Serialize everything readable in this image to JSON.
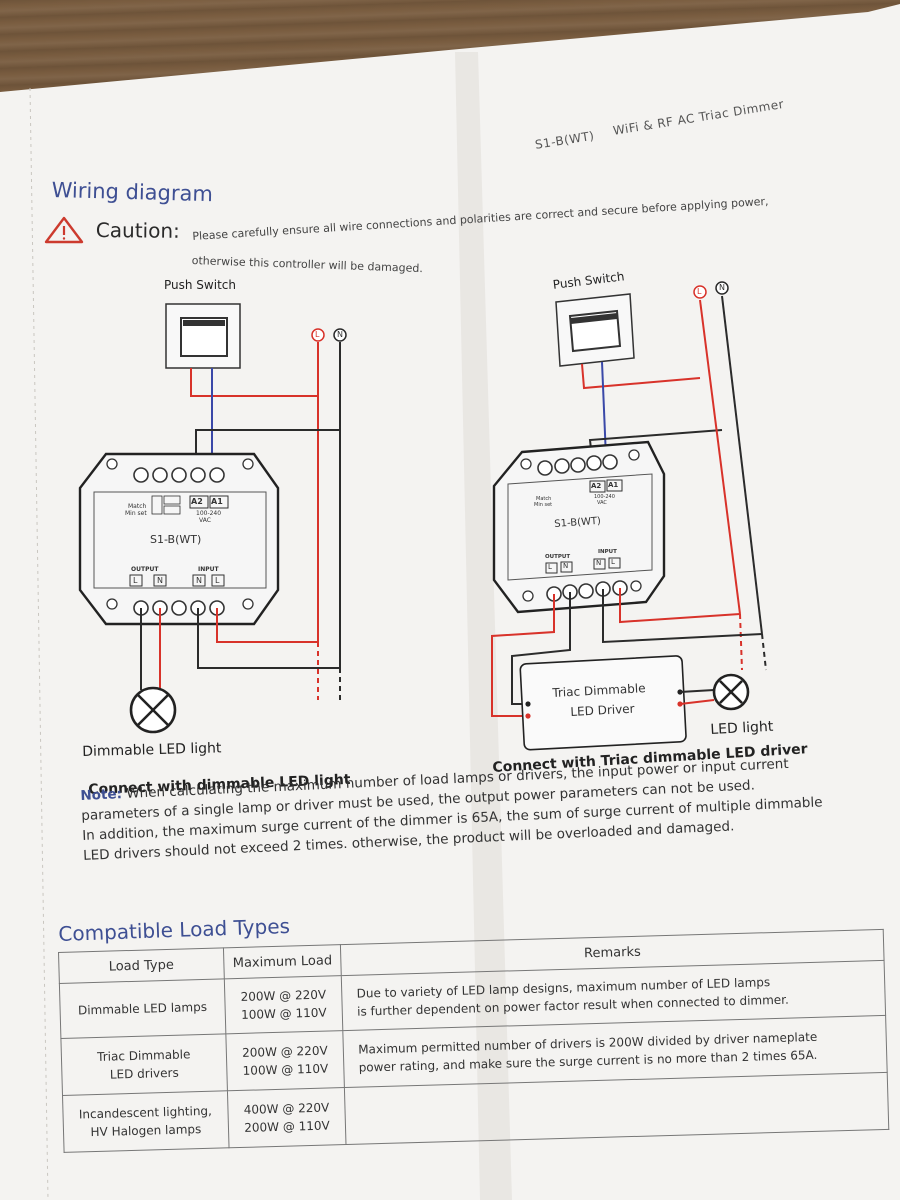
{
  "header": {
    "model": "S1-B(WT)",
    "product": "WiFi & RF AC Triac Dimmer"
  },
  "section_title": "Wiring diagram",
  "caution": {
    "label": "Caution:",
    "line1": "Please carefully ensure all wire connections and polarities are correct and secure before applying power,",
    "line2": "otherwise this controller will be damaged."
  },
  "diagram_left": {
    "push_switch": "Push Switch",
    "terminal_l": "L",
    "terminal_n": "N",
    "device": {
      "model": "S1-B(WT)",
      "a2": "A2",
      "a1": "A1",
      "voltage_1": "100-240",
      "voltage_2": "VAC",
      "match": "Match",
      "min_set": "Min set",
      "output": "OUTPUT",
      "input": "INPUT",
      "out_l": "L",
      "out_n": "N",
      "in_n": "N",
      "in_l": "L"
    },
    "lamp_label": "Dimmable LED light",
    "caption": "Connect with dimmable LED light"
  },
  "diagram_right": {
    "push_switch": "Push Switch",
    "terminal_l": "L",
    "terminal_n": "N",
    "device": {
      "model": "S1-B(WT)",
      "a2": "A2",
      "a1": "A1",
      "voltage_1": "100-240",
      "voltage_2": "VAC",
      "match": "Match",
      "min_set": "Min set",
      "output": "OUTPUT",
      "input": "INPUT",
      "out_l": "L",
      "out_n": "N",
      "in_n": "N",
      "in_l": "L"
    },
    "driver_line1": "Triac Dimmable",
    "driver_line2": "LED Driver",
    "lamp_label": "LED light",
    "caption": "Connect with Triac dimmable LED driver"
  },
  "note": {
    "label": "Note:",
    "line1": " When calculating the maximum number of load lamps or drivers, the input power or input current",
    "line2": "parameters of a single lamp or driver must be used, the output power parameters can not be used.",
    "line3": "In addition, the maximum surge current of the dimmer is 65A, the sum of surge current of multiple dimmable",
    "line4": "LED drivers should not exceed 2 times. otherwise, the product will be overloaded and damaged."
  },
  "compatible": {
    "title": "Compatible Load Types",
    "headers": {
      "load_type": "Load Type",
      "max_load": "Maximum Load",
      "remarks": "Remarks"
    },
    "rows": [
      {
        "load_type": "Dimmable LED lamps",
        "load_line1": "200W @ 220V",
        "load_line2": "100W @ 110V",
        "remark_line1": "Due to variety of LED lamp designs, maximum number of LED lamps",
        "remark_line2": "is further dependent on power factor result when connected to dimmer."
      },
      {
        "type_line1": "Triac Dimmable",
        "type_line2": "LED drivers",
        "load_line1": "200W @ 220V",
        "load_line2": "100W @ 110V",
        "remark_line1": "Maximum permitted number of drivers is 200W divided by driver nameplate",
        "remark_line2": "power rating, and make sure the surge current is no more than 2 times 65A."
      },
      {
        "type_line1": "Incandescent lighting,",
        "type_line2": "HV Halogen lamps",
        "load_line1": "400W @ 220V",
        "load_line2": "200W @ 110V"
      }
    ]
  },
  "colors": {
    "wire_live": "#d8322a",
    "wire_neutral": "#2b2b2b",
    "wire_switch": "#3a48a8",
    "accent_blue": "#3e4f93",
    "caution_red": "#cc3a2e",
    "paper": "#f4f3f1"
  }
}
